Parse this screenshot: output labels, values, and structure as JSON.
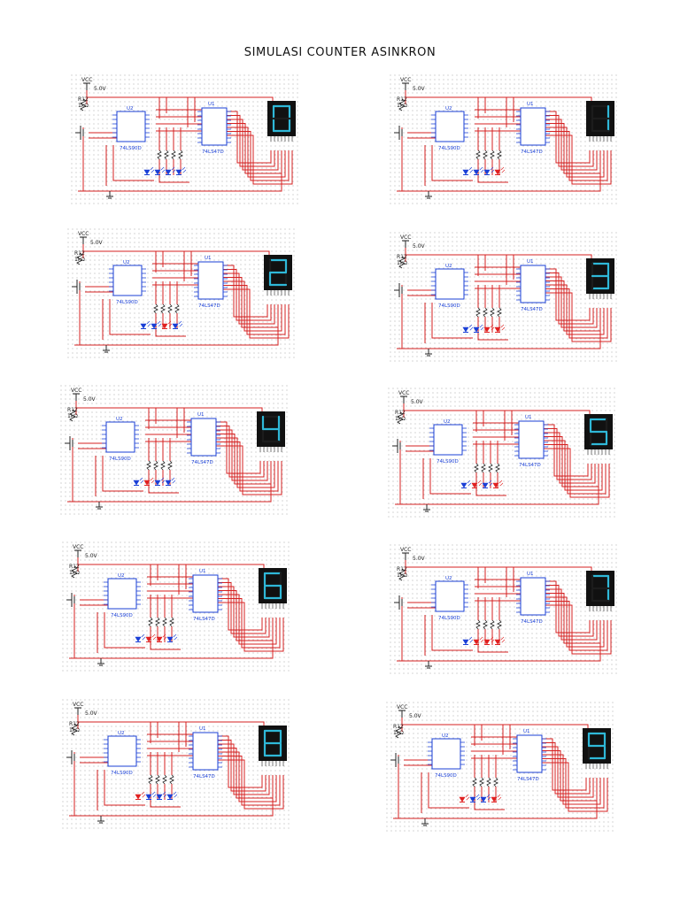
{
  "page_title": "SIMULASI COUNTER ASINKRON",
  "panels": [
    {
      "digit": 0,
      "led_on": [
        false,
        false,
        false,
        false
      ],
      "vcc_value": "5.0V"
    },
    {
      "digit": 1,
      "led_on": [
        false,
        false,
        false,
        true
      ],
      "vcc_value": "5.0V"
    },
    {
      "digit": 2,
      "led_on": [
        false,
        false,
        true,
        false
      ],
      "vcc_value": "5.0V"
    },
    {
      "digit": 3,
      "led_on": [
        false,
        false,
        true,
        true
      ],
      "vcc_value": "5.0V"
    },
    {
      "digit": 4,
      "led_on": [
        false,
        true,
        false,
        false
      ],
      "vcc_value": "5.0V"
    },
    {
      "digit": 5,
      "led_on": [
        false,
        true,
        false,
        true
      ],
      "vcc_value": "5.0V"
    },
    {
      "digit": 6,
      "led_on": [
        false,
        true,
        true,
        false
      ],
      "vcc_value": "5.0V"
    },
    {
      "digit": 7,
      "led_on": [
        false,
        true,
        true,
        true
      ],
      "vcc_value": "5.0V"
    },
    {
      "digit": 8,
      "led_on": [
        true,
        false,
        false,
        false
      ],
      "vcc_value": "5.0V"
    },
    {
      "digit": 9,
      "led_on": [
        true,
        false,
        false,
        true
      ],
      "vcc_value": "5.0V"
    }
  ],
  "labels": {
    "vcc": "VCC",
    "resistor_ref": "R12",
    "resistor_value": "1kΩ",
    "counter_ref": "U2",
    "counter_part": "74LS90D",
    "decoder_ref": "U1",
    "decoder_part": "74LS47D"
  },
  "colors": {
    "wire": "#d62020",
    "component": "#1a3fd6",
    "grid_dot": "#9a9a9a",
    "display_bg": "#111111",
    "segment_on": "#2fb8d8",
    "led_off": "#1a3fd6",
    "led_on": "#e02020"
  }
}
